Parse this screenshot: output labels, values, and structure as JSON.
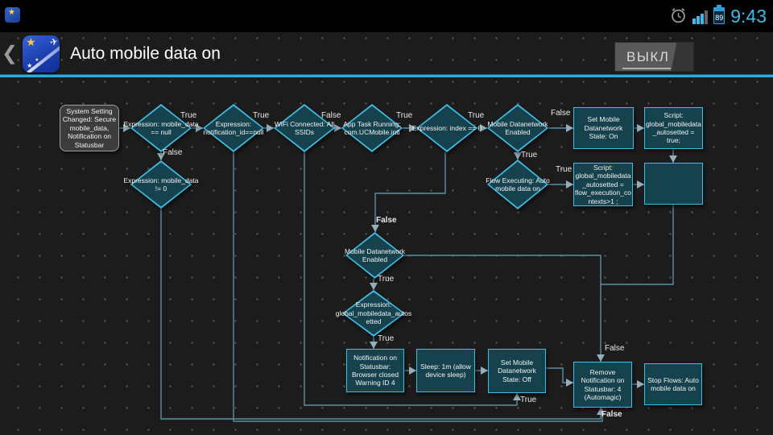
{
  "status_bar": {
    "time": "9:43",
    "battery_level": "89"
  },
  "header": {
    "title": "Auto mobile data on",
    "toggle_label": "ВЫКЛ"
  },
  "icons": {
    "back": "chevron-left-icon",
    "app": "automagic-wand-icon",
    "alarm": "alarm-clock-icon",
    "signal": "signal-strength-icon",
    "battery": "battery-icon",
    "notification": "automagic-notification-icon"
  },
  "colors": {
    "accent": "#2fa9da",
    "node_border": "#41bde4",
    "node_fill": "#16424e",
    "time_blue": "#3fb9e8"
  },
  "flow": {
    "nodes": {
      "system_setting": {
        "type": "trigger",
        "label": "System Setting Changed: Secure mobile_data, Notification on Statusbar"
      },
      "expr_mobile_data_null": {
        "type": "condition",
        "label": "Expression: mobile_data == null"
      },
      "expr_mobile_data_not_0": {
        "type": "condition",
        "label": "Expression: mobile_data != 0"
      },
      "expr_notification_id_null": {
        "type": "condition",
        "label": "Expression: notification_id==null"
      },
      "wifi_connected": {
        "type": "condition",
        "label": "WiFi Connected: All SSIDs"
      },
      "app_task_running": {
        "type": "condition",
        "label": "App Task Running: com.UCMobile.intl"
      },
      "expr_index_0": {
        "type": "condition",
        "label": "Expression: index == 0"
      },
      "mobile_data_enabled_top": {
        "type": "condition",
        "label": "Mobile Datanetwork Enabled"
      },
      "set_mobile_data_on": {
        "type": "action",
        "label": "Set Mobile Datanetwork State: On"
      },
      "script_autosetted_true": {
        "type": "action",
        "label": "Script: global_mobiledata_autosetted = true;"
      },
      "flow_executing": {
        "type": "condition",
        "label": "Flow Executing: Auto mobile data on"
      },
      "script_autosetted_contexts": {
        "type": "action",
        "label": "Script: global_mobiledata_autosetted = flow_execution_contexts>1 ;"
      },
      "empty_action": {
        "type": "action",
        "label": ""
      },
      "mobile_data_enabled_mid": {
        "type": "condition",
        "label": "Mobile Datanetwork Enabled"
      },
      "expr_global_autosetted": {
        "type": "condition",
        "label": "Expression: global_mobiledata_autosetted"
      },
      "notification_browser_closed": {
        "type": "action",
        "label": "Notification on Statusbar: Browser closed Warning ID 4"
      },
      "sleep_1m": {
        "type": "action",
        "label": "Sleep: 1m (allow device sleep)"
      },
      "set_mobile_data_off": {
        "type": "action",
        "label": "Set Mobile Datanetwork State: Off"
      },
      "remove_notification": {
        "type": "action",
        "label": "Remove Notification on Statusbar: 4 (Automagic)"
      },
      "stop_flows": {
        "type": "action",
        "label": "Stop Flows: Auto mobile data on"
      }
    },
    "edge_labels": [
      {
        "text": "True"
      },
      {
        "text": "False"
      },
      {
        "text": "True"
      },
      {
        "text": "False"
      },
      {
        "text": "True"
      },
      {
        "text": "True"
      },
      {
        "text": "False"
      },
      {
        "text": "True"
      },
      {
        "text": "True"
      },
      {
        "text": "False"
      },
      {
        "text": "True"
      },
      {
        "text": "True"
      },
      {
        "text": "True"
      },
      {
        "text": "False"
      },
      {
        "text": "False"
      }
    ]
  }
}
